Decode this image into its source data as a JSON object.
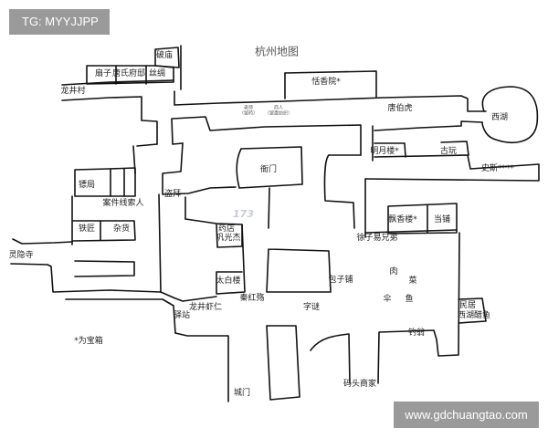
{
  "title": "杭州地图",
  "overlay": {
    "tag": "TG: MYYJJPP",
    "site": "www.gdchuangtao.com",
    "logo": "173"
  },
  "places": {
    "pomiao": "破庙",
    "shanzi": "扇子",
    "tangshi": "唐氏府邸",
    "sichou": "丝绸",
    "longjingcun": "龙井村",
    "biaoju": "镖局",
    "anjian": "案件线索人",
    "daobai": "盗拜",
    "tiejiang": "铁匠",
    "zahuo": "杂货",
    "lingyinsi": "灵隐寺",
    "yaodian": "药店",
    "gongguangjie": "巩光杰",
    "taibailou": "太白楼",
    "qinhongshang": "秦红殇",
    "longjingxiaren": "龙井虾仁",
    "yizhan": "驿站",
    "baoxiang": "*为宝箱",
    "chengmen": "城门",
    "tianxiangyuan": "恬香院*",
    "tangbohu": "唐伯虎",
    "xihu": "西湖",
    "mingyuelou": "明月楼*",
    "guwan": "古玩",
    "shisi": "史斯****",
    "yamen": "衙门",
    "piaoxianglou": "飘香楼*",
    "dangpu": "当铺",
    "xuziyi": "徐子易兄弟",
    "baozipu": "包子铺",
    "zimi": "字谜",
    "rou": "肉",
    "cai": "菜",
    "san": "伞",
    "yu": "鱼",
    "minju": "民居",
    "xihucuyu": "西湖醋鱼",
    "diaoweng": "钓翁",
    "matou": "码头商家",
    "npc1_name": "老师",
    "npc1_note": "（留药）",
    "npc2_name": "商人",
    "npc2_note": "（留盘纺织）"
  }
}
